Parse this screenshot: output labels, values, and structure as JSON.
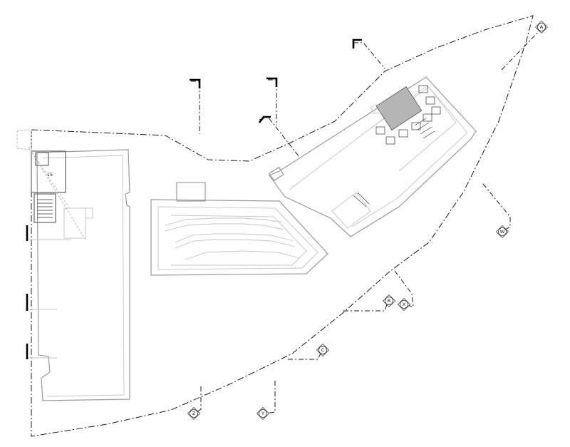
{
  "room": {
    "label": "15"
  },
  "section_tags": [
    {
      "id": "A",
      "label": "A"
    },
    {
      "id": "W",
      "label": "W"
    },
    {
      "id": "X",
      "label": "X"
    },
    {
      "id": "B",
      "label": "B"
    },
    {
      "id": "C",
      "label": "C"
    },
    {
      "id": "Y",
      "label": "Y"
    },
    {
      "id": "Z",
      "label": "Z"
    }
  ]
}
